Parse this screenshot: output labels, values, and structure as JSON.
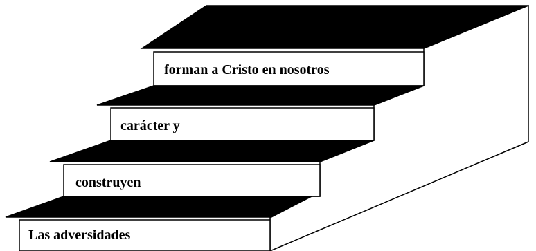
{
  "steps": [
    {
      "label": "Las adversidades"
    },
    {
      "label": "construyen"
    },
    {
      "label": "carácter y"
    },
    {
      "label": "forman a Cristo en nosotros"
    }
  ],
  "colors": {
    "line": "#000000",
    "tread": "#000000",
    "riser": "#ffffff",
    "background": "#ffffff"
  }
}
